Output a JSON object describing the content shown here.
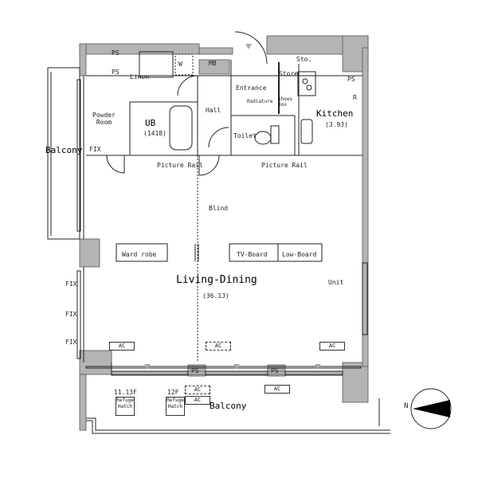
{
  "rooms": {
    "living_dining": {
      "label": "Living-Dining",
      "size": "(36.1J)"
    },
    "kitchen": {
      "label": "Kitchen",
      "size": "(3.9J)"
    },
    "ub": {
      "label": "UB",
      "size": "(1418)"
    },
    "powder_room": {
      "label": "Powder\nRoom"
    },
    "hall": "Hall",
    "entrance": "Entrance",
    "toilet": "Toilet",
    "balcony_left": "Balcony",
    "balcony_bottom": "Balcony"
  },
  "fixtures": {
    "ps": "PS",
    "linen": "Linen",
    "w": "W",
    "mb": "MB",
    "sto": "Sto.",
    "store": "Store",
    "shoes_box": "Shoes Box",
    "radiature": "Radiature",
    "r": "R",
    "fix": "FIX",
    "picture_rail": "Picture Rail",
    "blind": "Blind",
    "wardrobe": "Ward robe",
    "tv_board": "TV-Board",
    "low_board": "Low-Board",
    "unit": "Unit",
    "ac": "AC",
    "floor_11_13": "11.13F",
    "floor_12": "12F",
    "refuge_hatch": "Refuge Hatch",
    "compass_n": "N"
  },
  "colors": {
    "wall": "#b4b4b4",
    "line": "#222222"
  }
}
